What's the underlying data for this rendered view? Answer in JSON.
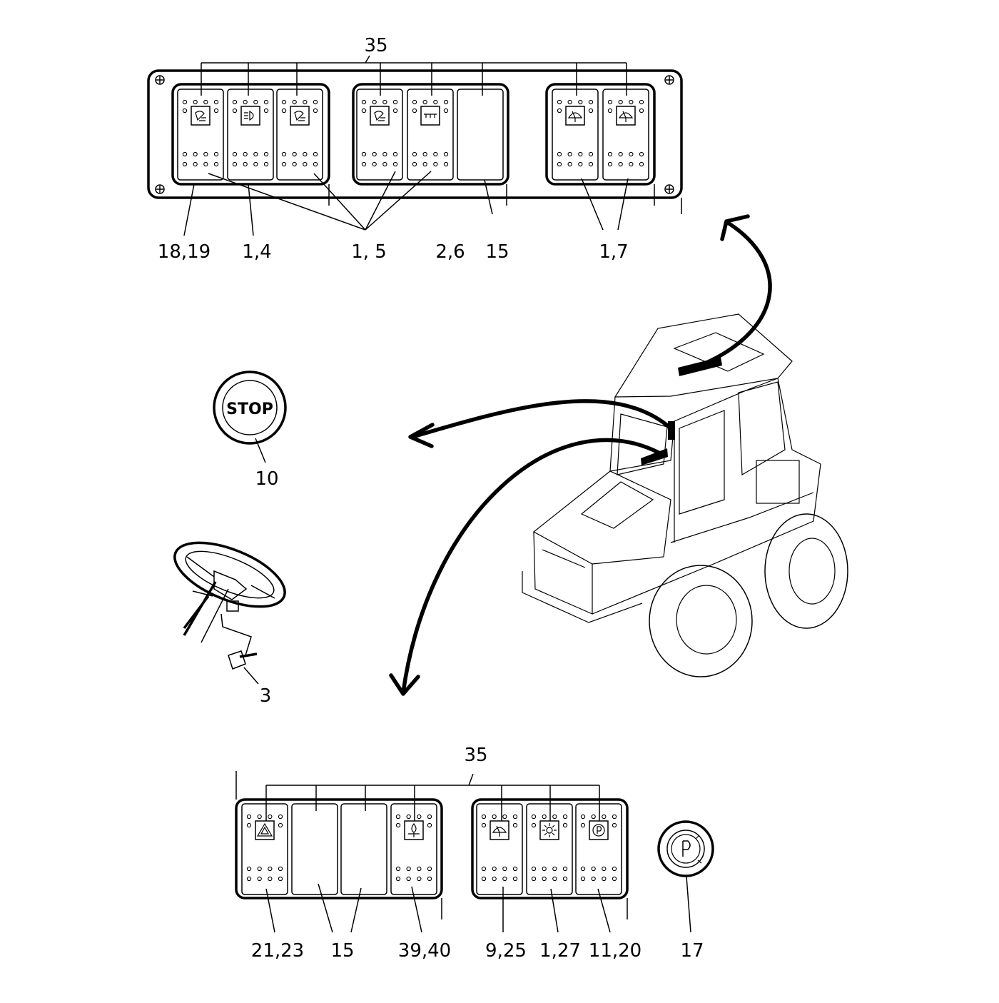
{
  "top_panel": {
    "group_label": "35",
    "callouts": [
      "18,19",
      "1,4",
      "1, 5",
      "2,6",
      "15",
      "1,7"
    ]
  },
  "stop_button": {
    "label": "STOP",
    "callout": "10"
  },
  "steering": {
    "callout": "3"
  },
  "bottom_panel": {
    "group_label": "35",
    "callouts": [
      "21,23",
      "15",
      "39,40",
      "9,25",
      "1,27",
      "11,20"
    ]
  },
  "ignition": {
    "callout": "17"
  },
  "icons": {
    "top_switches": [
      "work-light-icon",
      "headlight-icon",
      "work-light-icon",
      "work-light-icon",
      "rear-window-heater-icon",
      "blank",
      "wiper-icon",
      "wiper-icon"
    ],
    "bottom_switches": [
      "hazard-warning-icon",
      "blank",
      "blank",
      "beacon-icon",
      "windshield-wiper-icon",
      "interior-light-icon",
      "parking-brake-icon"
    ]
  }
}
